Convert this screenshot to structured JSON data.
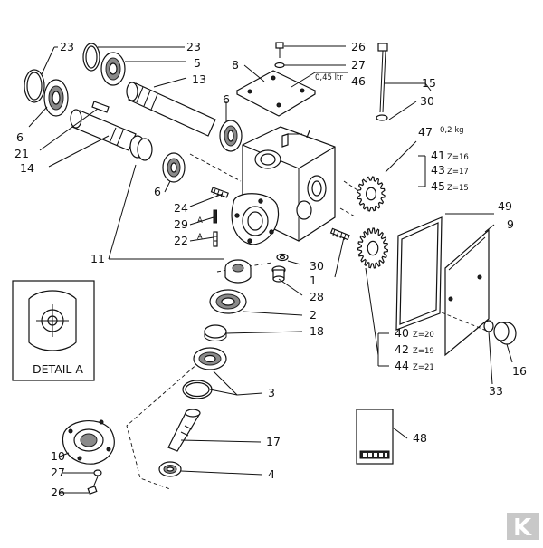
{
  "callouts": {
    "n23a": "23",
    "n23b": "23",
    "n26a": "26",
    "n8": "8",
    "n27a": "27",
    "n46_note": "0,45 ltr",
    "n46": "46",
    "n15": "15",
    "n5": "5",
    "n13": "13",
    "n30a": "30",
    "n6a": "6",
    "n6b": "6",
    "n6c": "6",
    "n7": "7",
    "n47": "47",
    "n47_note": "0,2 kg",
    "n41": "41",
    "n41_z": "Z=16",
    "n43": "43",
    "n43_z": "Z=17",
    "n45": "45",
    "n45_z": "Z=15",
    "n21": "21",
    "n14": "14",
    "n24": "24",
    "n29": "29",
    "n29_a": "A",
    "n22": "22",
    "n22_a": "A",
    "n49": "49",
    "n9": "9",
    "n11": "11",
    "n30b": "30",
    "n1": "1",
    "n28": "28",
    "n2": "2",
    "n18": "18",
    "n40": "40",
    "n40_z": "Z=20",
    "n42": "42",
    "n42_z": "Z=19",
    "n44": "44",
    "n44_z": "Z=21",
    "n16": "16",
    "n3": "3",
    "n33": "33",
    "n17": "17",
    "n10": "10",
    "n48": "48",
    "n27b": "27",
    "n4": "4",
    "n26b": "26"
  },
  "detail_label": "DETAIL A",
  "brand_mark": "K",
  "colors": {
    "line": "#111111",
    "brand": "#c8c8c8",
    "background": "#ffffff"
  }
}
